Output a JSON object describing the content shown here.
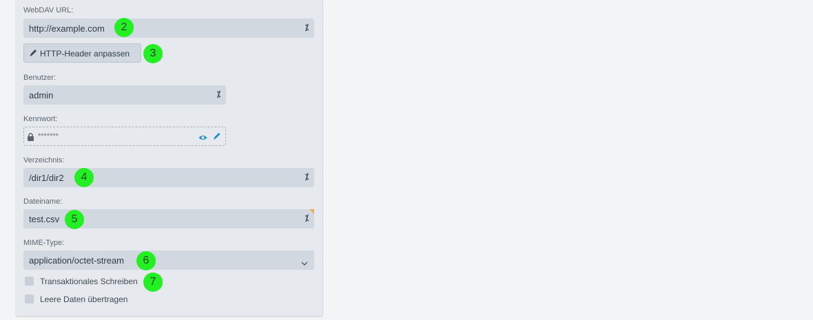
{
  "form": {
    "webdav_url": {
      "label": "WebDAV URL:",
      "value": "http://example.com",
      "vars_icon": "percent-icon"
    },
    "header_button": {
      "label": "HTTP-Header anpassen",
      "icon": "pencil-icon"
    },
    "user": {
      "label": "Benutzer:",
      "value": "admin",
      "vars_icon": "percent-icon"
    },
    "password": {
      "label": "Kennwort:",
      "value": "*******",
      "lock_icon": "lock-icon",
      "show_icon": "eye-icon",
      "edit_icon": "pencil-icon"
    },
    "directory": {
      "label": "Verzeichnis:",
      "value": "/dir1/dir2",
      "vars_icon": "percent-icon"
    },
    "filename": {
      "label": "Dateiname:",
      "value": "test.csv",
      "vars_icon": "percent-icon"
    },
    "mime": {
      "label": "MIME-Type:",
      "value": "application/octet-stream",
      "icon": "chevron-down-icon"
    },
    "transactional": {
      "label": "Transaktionales Schreiben",
      "checked": false
    },
    "empty_data": {
      "label": "Leere Daten übertragen",
      "checked": false
    }
  },
  "markers": [
    "2",
    "3",
    "4",
    "5",
    "6",
    "7"
  ],
  "colors": {
    "panel": "#e6e9ed",
    "field": "#d2d8df",
    "marker": "#22f022",
    "accent": "#1e8bd0",
    "modified": "#f0a94a"
  }
}
